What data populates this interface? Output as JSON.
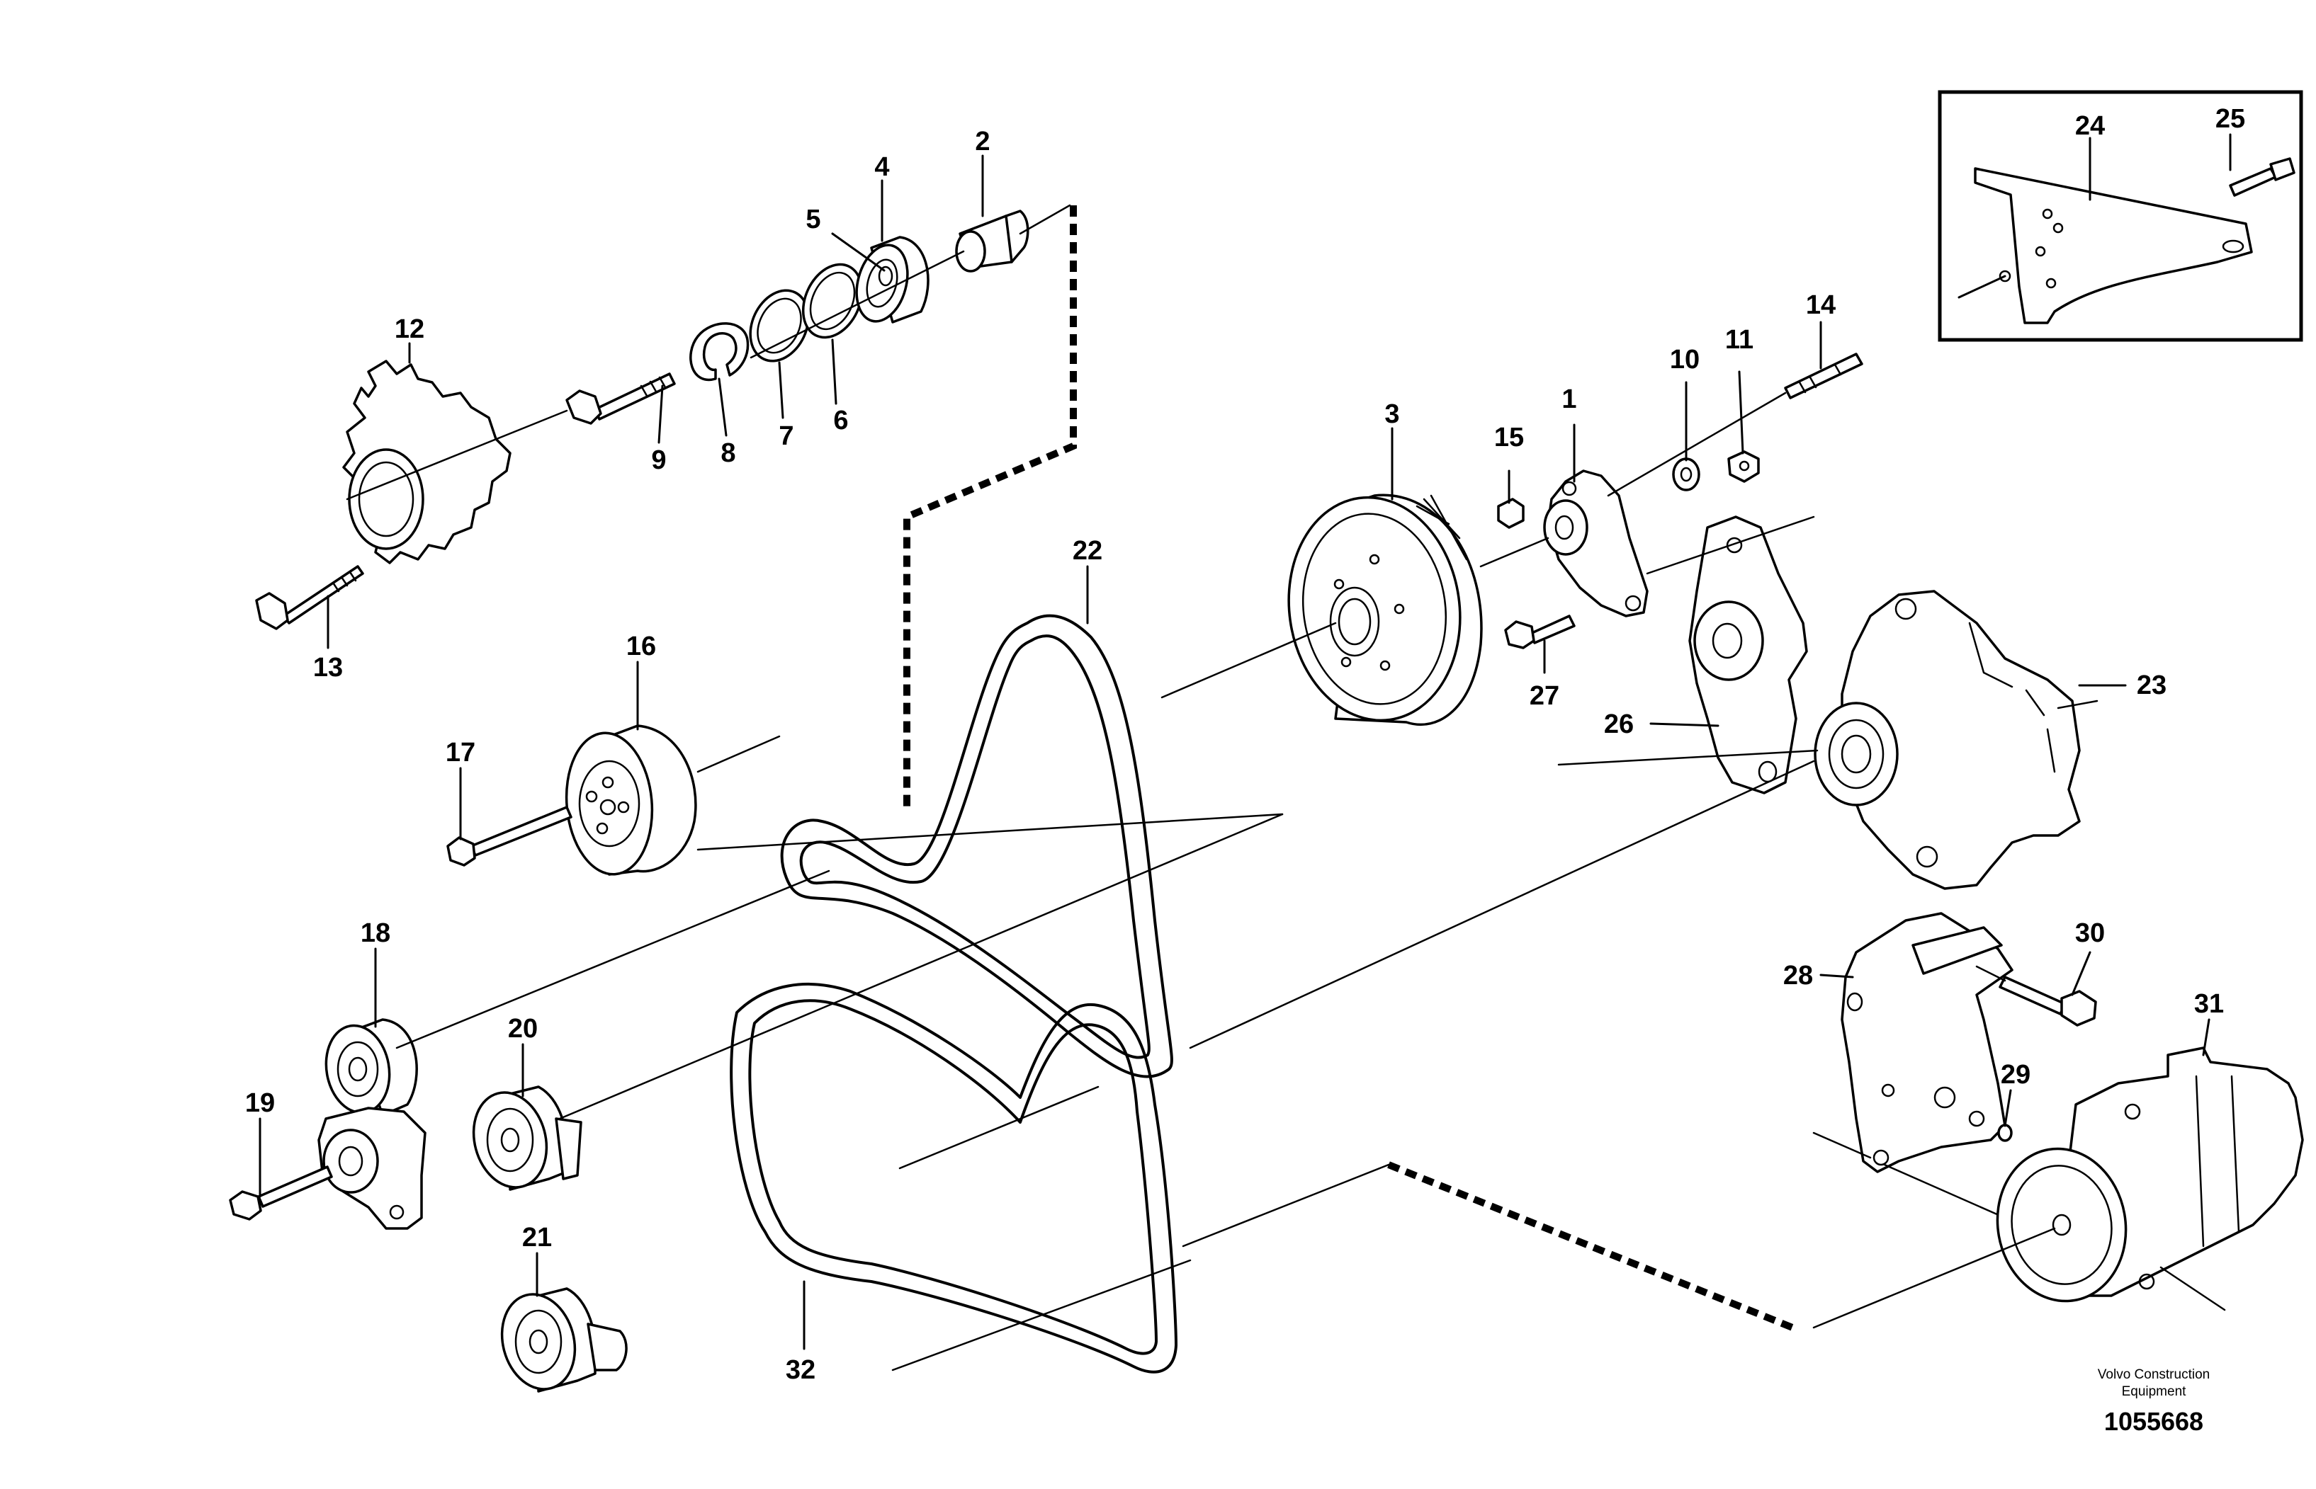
{
  "diagram": {
    "part_labels": {
      "p1": "1",
      "p2": "2",
      "p3": "3",
      "p4": "4",
      "p5": "5",
      "p6": "6",
      "p7": "7",
      "p8": "8",
      "p9": "9",
      "p10": "10",
      "p11": "11",
      "p12": "12",
      "p13": "13",
      "p14": "14",
      "p15": "15",
      "p16": "16",
      "p17": "17",
      "p18": "18",
      "p19": "19",
      "p20": "20",
      "p21": "21",
      "p22": "22",
      "p23": "23",
      "p24": "24",
      "p25": "25",
      "p26": "26",
      "p27": "27",
      "p28": "28",
      "p29": "29",
      "p30": "30",
      "p31": "31",
      "p32": "32"
    },
    "footer": {
      "publisher_line1": "Volvo Construction",
      "publisher_line2": "Equipment",
      "document_number": "1055668"
    }
  }
}
